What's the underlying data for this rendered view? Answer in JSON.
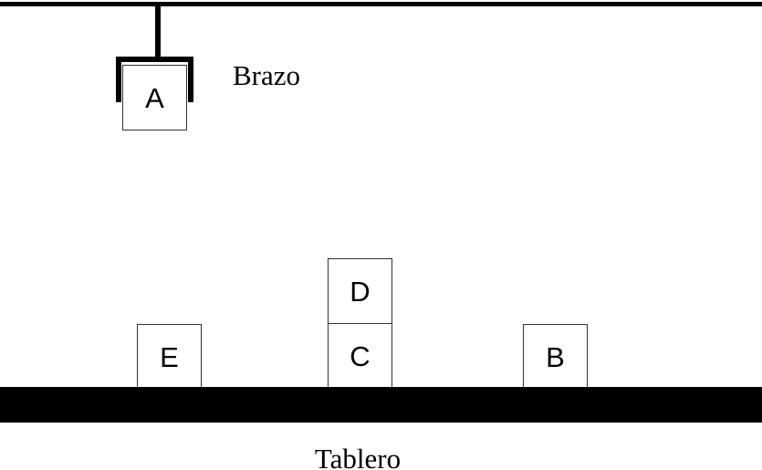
{
  "labels": {
    "arm": "Brazo",
    "board": "Tablero"
  },
  "blocks": {
    "held": "A",
    "stack_top": "D",
    "stack_bottom": "C",
    "left": "E",
    "right": "B"
  },
  "colors": {
    "ink": "#000000",
    "block_fill": "#ffffff",
    "block_border": "#333333"
  }
}
